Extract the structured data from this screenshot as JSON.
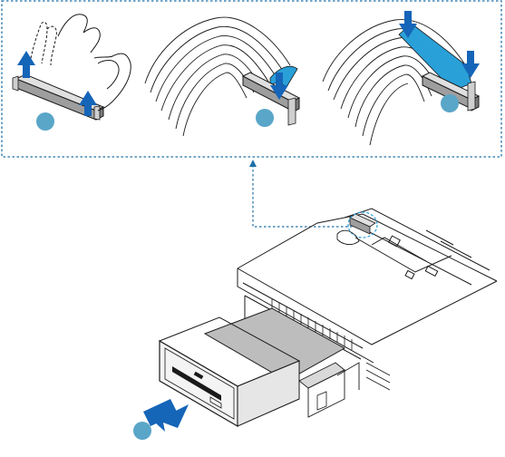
{
  "figure": {
    "description_labels": [],
    "steps": [
      {
        "id": "step-1",
        "label": ""
      },
      {
        "id": "step-2",
        "label": ""
      },
      {
        "id": "step-3",
        "label": ""
      },
      {
        "id": "step-4",
        "label": ""
      }
    ]
  },
  "colors": {
    "line": "#1a1a1a",
    "dotted_border": "#1f6fa8",
    "arrow_blue": "#1565b8",
    "callout_teal": "#5aa6c8",
    "connector_blue": "#2aa0d8",
    "drive_gray": "#bdbdbd"
  },
  "icons": [
    "up-arrow-icon",
    "down-arrow-icon",
    "right-arrow-icon",
    "step-marker-icon"
  ]
}
